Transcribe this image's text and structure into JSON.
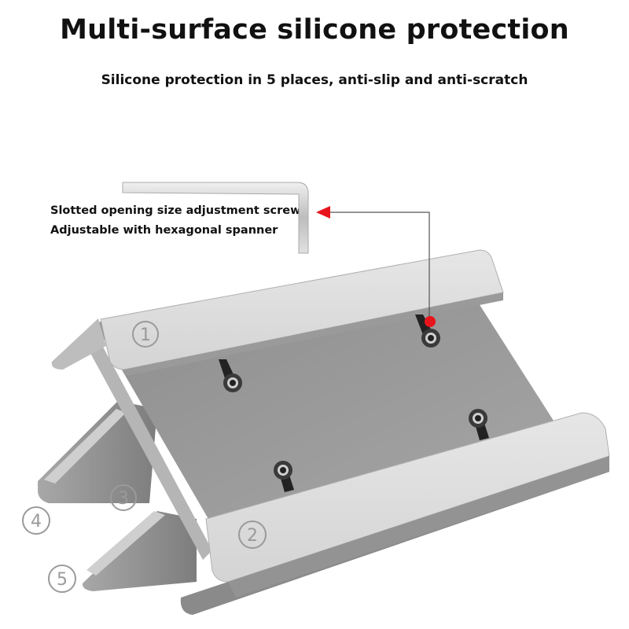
{
  "header": {
    "title": "Multi-surface silicone protection",
    "subtitle": "Silicone protection in 5 places, anti-slip and anti-scratch"
  },
  "callout": {
    "line1": "Slotted opening size adjustment screw",
    "line2": "Adjustable with hexagonal spanner",
    "pointer_color": "#e8141c"
  },
  "markers": [
    {
      "label": "1",
      "glyph": "①"
    },
    {
      "label": "2",
      "glyph": "②"
    },
    {
      "label": "3",
      "glyph": "③"
    },
    {
      "label": "4",
      "glyph": "④"
    },
    {
      "label": "5",
      "glyph": "⑤"
    }
  ],
  "icons": {
    "hex-key": "hex-key-icon",
    "arrow": "arrow-left-icon"
  }
}
